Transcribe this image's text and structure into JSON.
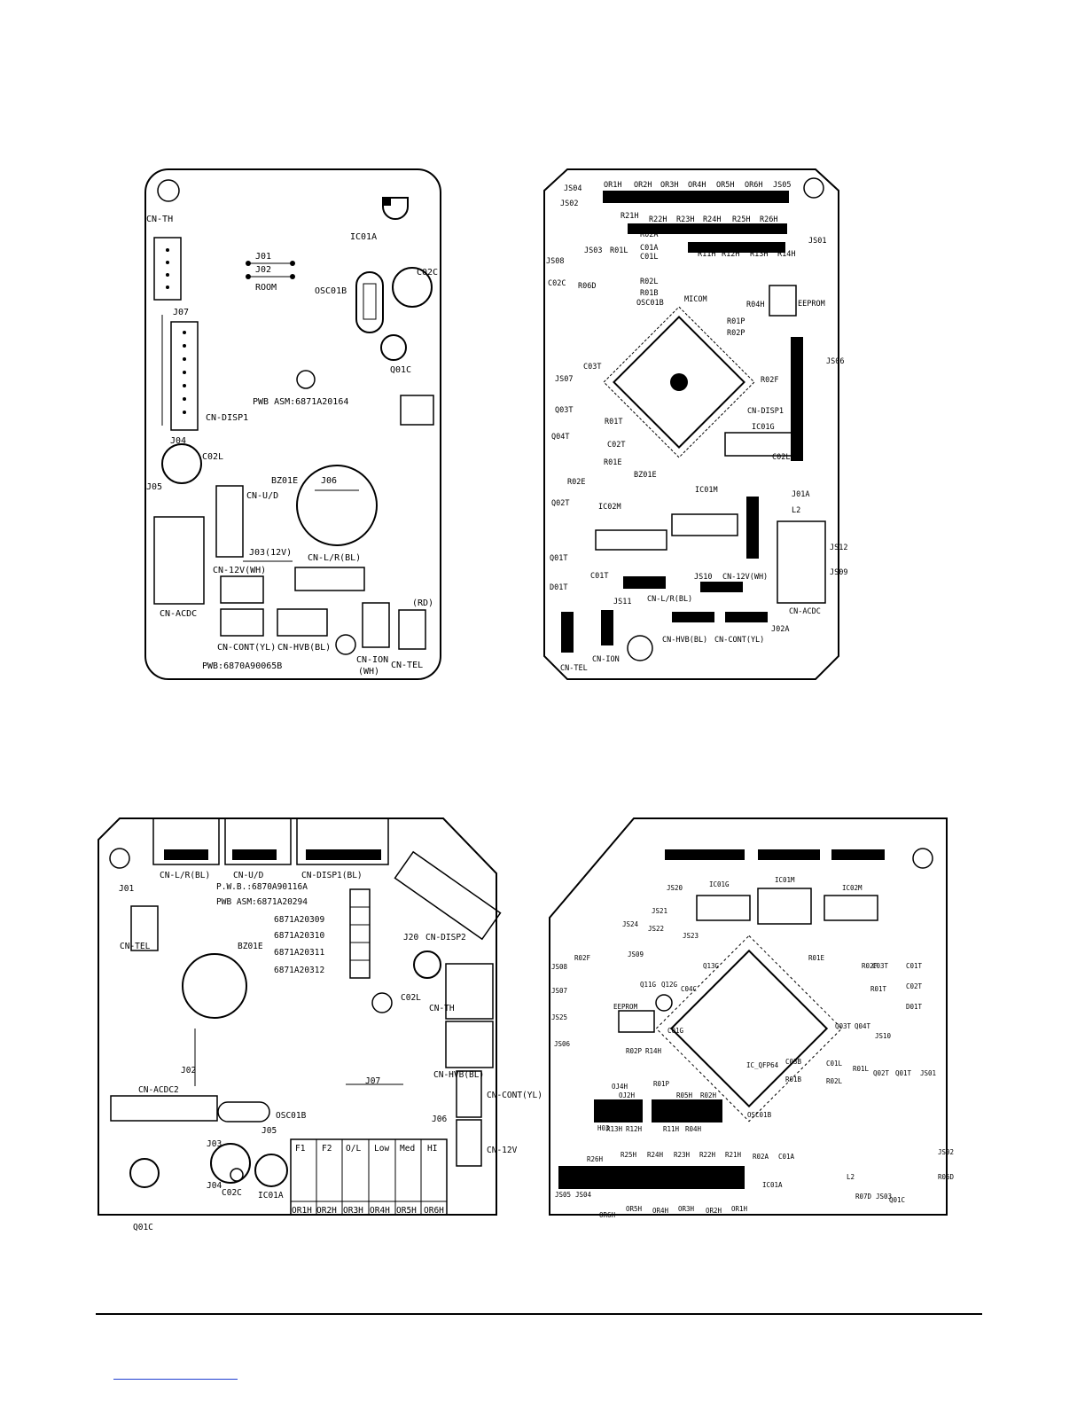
{
  "boards": {
    "top_left": {
      "labels": [
        "CN-TH",
        "IC01A",
        "J01",
        "J02",
        "ROOM",
        "OSC01B",
        "C02C",
        "J07",
        "Q01C",
        "PWB ASM:6871A20164",
        "CN-DISP1",
        "J04",
        "C02L",
        "J05",
        "BZ01E",
        "J06",
        "CN-U/D",
        "J03(12V)",
        "CN-L/R(BL)",
        "CN-12V(WH)",
        "CN-ACDC",
        "(RD)",
        "CN-CONT(YL)",
        "CN-HVB(BL)",
        "CN-ION",
        "(WH)",
        "CN-TEL",
        "PWB:6870A90065B"
      ]
    },
    "top_right": {
      "labels": [
        "JS04",
        "OR1H",
        "OR2H",
        "OR3H",
        "OR4H",
        "OR5H",
        "OR6H",
        "JS05",
        "JS02",
        "R21H",
        "R22H",
        "R23H",
        "R24H",
        "R25H",
        "R26H",
        "R02A",
        "C01A",
        "C01L",
        "JS03",
        "R01L",
        "JS08",
        "R11H",
        "R12H",
        "R13H",
        "R14H",
        "JS01",
        "C02C",
        "R06D",
        "R02L",
        "R01B",
        "OSC01B",
        "MICOM",
        "R04H",
        "EEPROM",
        "R01P",
        "R02P",
        "C03T",
        "R02F",
        "JS06",
        "JS07",
        "Q03T",
        "R01T",
        "CN-DISP1",
        "IC01G",
        "Q04T",
        "C02T",
        "C02L",
        "R01E",
        "BZ01E",
        "IC01M",
        "J01A",
        "R02E",
        "Q02T",
        "IC02M",
        "L2",
        "JS12",
        "JS09",
        "Q01T",
        "D01T",
        "C01T",
        "JS10",
        "CN-12V(WH)",
        "CN-L/R(BL)",
        "JS11",
        "CN-ACDC",
        "CN-HVB(BL)",
        "CN-CONT(YL)",
        "J02A",
        "CN-TEL",
        "CN-ION"
      ]
    },
    "bottom_left": {
      "labels": [
        "CN-L/R(BL)",
        "CN-U/D",
        "CN-DISP1(BL)",
        "J01",
        "P.W.B.:6870A90116A",
        "PWB ASM:6871A20294",
        "6871A20309",
        "6871A20310",
        "6871A20311",
        "6871A20312",
        "CN-TEL",
        "BZ01E",
        "CN-DISP2",
        "J20",
        "C02L",
        "CN-TH",
        "CN-HVB(BL)",
        "J02",
        "J07",
        "CN-ACDC2",
        "OSC01B",
        "J05",
        "J06",
        "CN-CONT(YL)",
        "CN-12V",
        "J03",
        "J04",
        "C02C",
        "IC01A",
        "Q01C",
        "F1",
        "F2",
        "O/L",
        "Low",
        "Med",
        "HI",
        "OR1H",
        "OR2H",
        "OR3H",
        "OR4H",
        "OR5H",
        "OR6H"
      ]
    },
    "bottom_right": {
      "labels": [
        "JS20",
        "IC01G",
        "IC01M",
        "IC02M",
        "JS21",
        "JS24",
        "JS22",
        "JS23",
        "R02F",
        "JS09",
        "Q11G",
        "Q12G",
        "Q13G",
        "C04C",
        "R01E",
        "R02F",
        "C03T",
        "R01T",
        "C01T",
        "C02T",
        "D01T",
        "JS08",
        "JS07",
        "JS25",
        "JS06",
        "EEPROM",
        "C01G",
        "IC_QFP64",
        "Q03T",
        "Q04T",
        "JS10",
        "R01L",
        "Q02T",
        "Q01T",
        "JS01",
        "R02P",
        "R14H",
        "OJ4H",
        "R01P",
        "OJ2H",
        "R05H",
        "R02H",
        "C01L",
        "R02L",
        "R01B",
        "C03B",
        "H03",
        "R13H",
        "R12H",
        "R11H",
        "R04H",
        "OSC01B",
        "R26H",
        "R25H",
        "R24H",
        "R23H",
        "R22H",
        "R21H",
        "R02A",
        "C01A",
        "JS02",
        "R06D",
        "L2",
        "R07D",
        "JS03",
        "Q01C",
        "IC01A",
        "JS05",
        "JS04",
        "OR6H",
        "OR5H",
        "OR4H",
        "OR3H",
        "OR2H",
        "OR1H"
      ]
    }
  }
}
